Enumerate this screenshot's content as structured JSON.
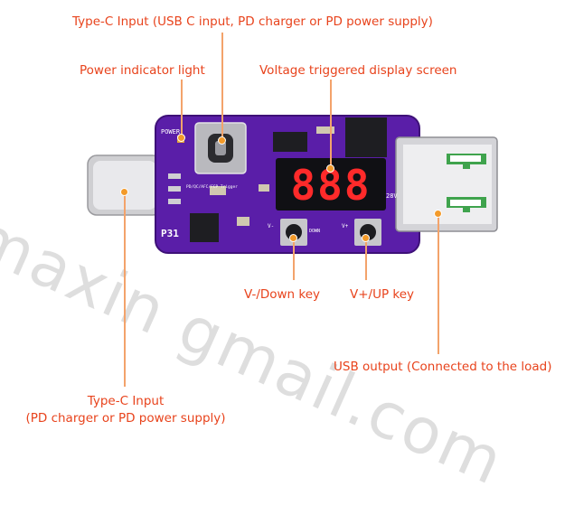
{
  "labels": {
    "typec_top": "Type-C Input (USB C input, PD charger or PD power supply)",
    "power_light": "Power indicator light",
    "display_screen": "Voltage triggered display screen",
    "down_key": "V-/Down key",
    "up_key": "V+/UP key",
    "usb_output": "USB output (Connected to the load)",
    "typec_bottom_line1": "Type-C Input",
    "typec_bottom_line2": "(PD charger or PD power supply)"
  },
  "board": {
    "silk_power": "POWER",
    "silk_model": "P31",
    "silk_modes": "PD/QC/AFC/FCP Trigger",
    "silk_28v": "28V",
    "silk_vminus": "V-",
    "silk_down": "DOWN",
    "silk_vplus": "V+",
    "display_digits": "888"
  },
  "watermark": "maxin     gmail.com",
  "colors": {
    "label": "#e8431c",
    "board": "#5a1ea8",
    "segment": "#ff2a2a",
    "leader": "#f3a36b"
  }
}
